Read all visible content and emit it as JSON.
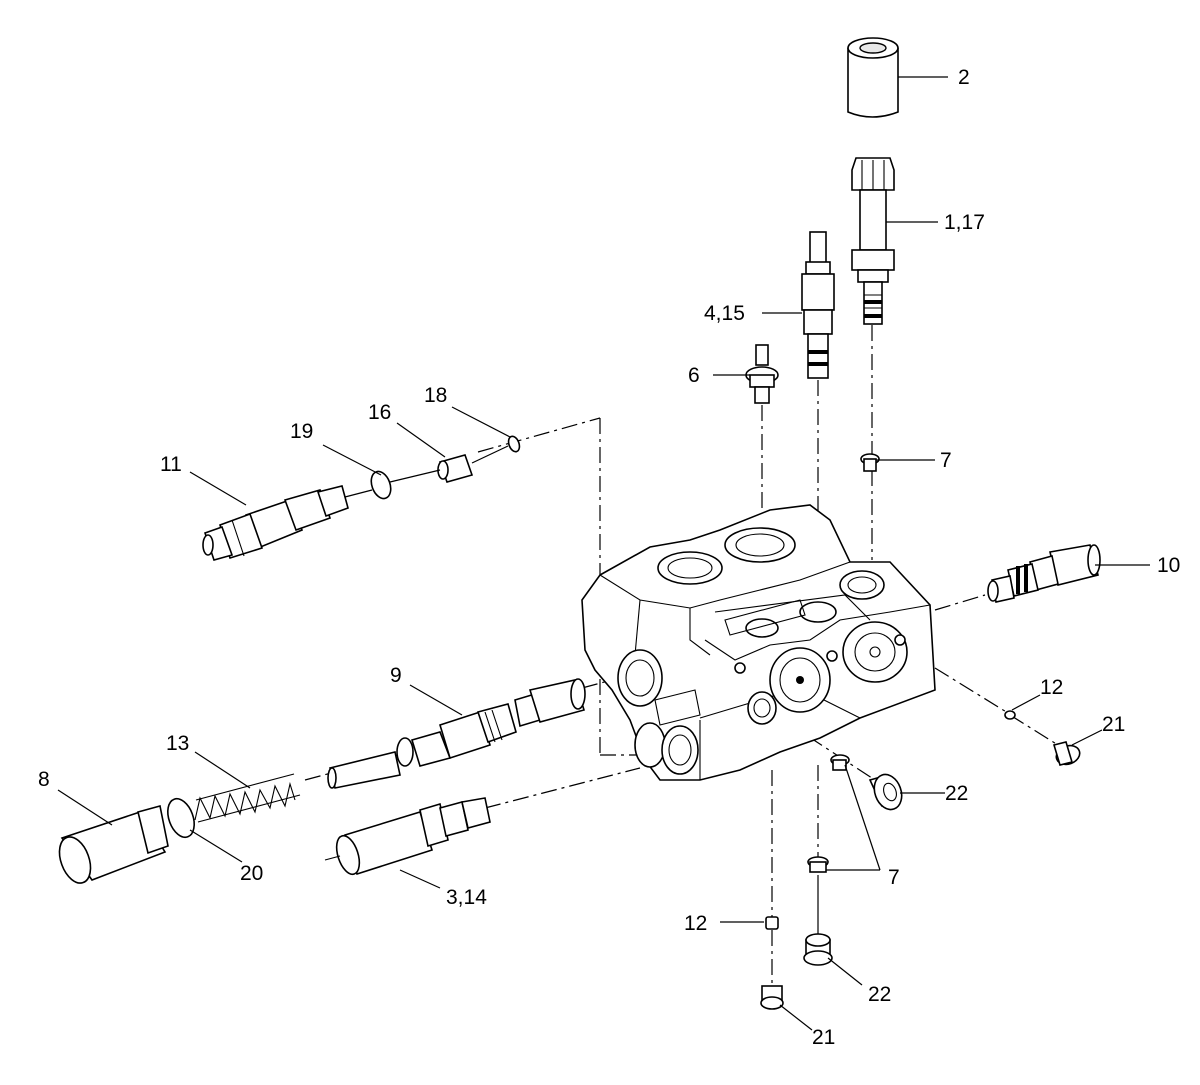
{
  "callouts": [
    {
      "id": "c2",
      "text": "2"
    },
    {
      "id": "c1_17",
      "text": "1,17"
    },
    {
      "id": "c4_15",
      "text": "4,15"
    },
    {
      "id": "c6",
      "text": "6"
    },
    {
      "id": "c7a",
      "text": "7"
    },
    {
      "id": "c10",
      "text": "10"
    },
    {
      "id": "c11",
      "text": "11"
    },
    {
      "id": "c19",
      "text": "19"
    },
    {
      "id": "c16",
      "text": "16"
    },
    {
      "id": "c18",
      "text": "18"
    },
    {
      "id": "c9",
      "text": "9"
    },
    {
      "id": "c13",
      "text": "13"
    },
    {
      "id": "c8",
      "text": "8"
    },
    {
      "id": "c20",
      "text": "20"
    },
    {
      "id": "c3_14",
      "text": "3,14"
    },
    {
      "id": "c12a",
      "text": "12"
    },
    {
      "id": "c21a",
      "text": "21"
    },
    {
      "id": "c22a",
      "text": "22"
    },
    {
      "id": "c7b",
      "text": "7"
    },
    {
      "id": "c12b",
      "text": "12"
    },
    {
      "id": "c22b",
      "text": "22"
    },
    {
      "id": "c21b",
      "text": "21"
    }
  ]
}
